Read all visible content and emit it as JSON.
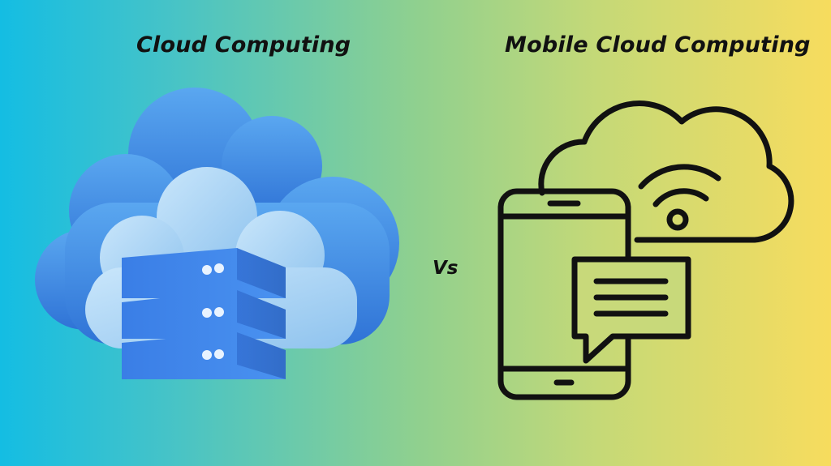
{
  "left_panel": {
    "title": "Cloud Computing"
  },
  "divider": {
    "label": "Vs"
  },
  "right_panel": {
    "title": "Mobile Cloud Computing"
  },
  "colors": {
    "gradient_left": "#14bde3",
    "gradient_mid": "#8fd08f",
    "gradient_right": "#f7dc5e",
    "cloud_dark": "#3b7fe0",
    "cloud_light": "#a9d4f2",
    "server_blue": "#3f85e8",
    "outline": "#111111"
  },
  "icons": [
    "cloud-server-illustration",
    "smartphone-icon",
    "wifi-cloud-icon",
    "chat-bubble-icon"
  ]
}
